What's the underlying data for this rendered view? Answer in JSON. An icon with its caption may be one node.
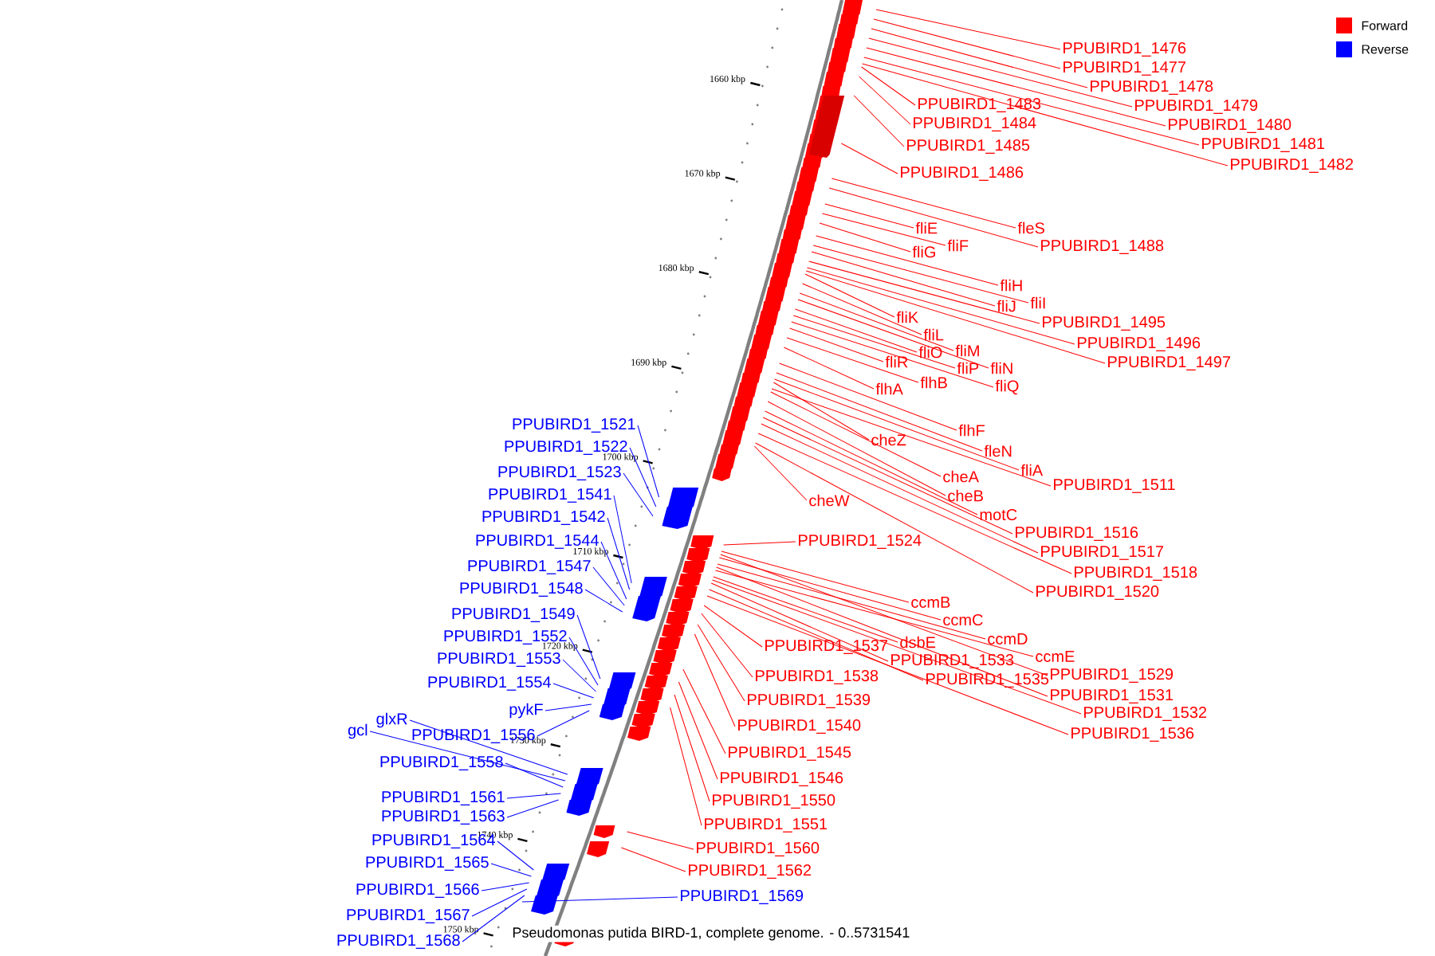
{
  "diagram": {
    "caption": "Pseudomonas putida BIRD-1, complete genome. - 0..5731541",
    "nodes": [
      {
        "text": [
          "PPUBIRD1_1476"
        ]
      },
      {
        "text": [
          "PPUBIRD1_1477"
        ]
      },
      {
        "text": [
          "PPUBIRD1_1478"
        ]
      },
      {
        "text": [
          "PPUBIRD1_1483"
        ]
      },
      {
        "text": [
          "PPUBIRD1_1479"
        ]
      },
      {
        "text": [
          "PPUBIRD1_1484"
        ]
      },
      {
        "text": [
          "PPUBIRD1_1480"
        ]
      },
      {
        "text": [
          "PPUBIRD1_1481"
        ]
      },
      {
        "text": [
          "PPUBIRD1_1485"
        ]
      },
      {
        "text": [
          "PPUBIRD1_1482"
        ]
      },
      {
        "text": [
          "PPUBIRD1_1486"
        ]
      },
      {
        "text": [
          "fliE"
        ]
      },
      {
        "text": [
          "fleS"
        ]
      },
      {
        "text": [
          "fliF"
        ]
      },
      {
        "text": [
          "PPUBIRD1_1488"
        ]
      },
      {
        "text": [
          "fliG"
        ]
      },
      {
        "text": [
          "fliH"
        ]
      },
      {
        "text": [
          "fliI"
        ]
      },
      {
        "text": [
          "fliJ"
        ]
      },
      {
        "text": [
          "fliK"
        ]
      },
      {
        "text": [
          "PPUBIRD1_1495"
        ]
      },
      {
        "text": [
          "fliL"
        ]
      },
      {
        "text": [
          "PPUBIRD1_1496"
        ]
      },
      {
        "text": [
          "fliM"
        ]
      },
      {
        "text": [
          "fliO"
        ]
      },
      {
        "text": [
          "fliR"
        ]
      },
      {
        "text": [
          "PPUBIRD1_1497"
        ]
      },
      {
        "text": [
          "fliP"
        ]
      },
      {
        "text": [
          "fliN"
        ]
      },
      {
        "text": [
          "flhB"
        ]
      },
      {
        "text": [
          "fliQ"
        ]
      },
      {
        "text": [
          "flhA"
        ]
      },
      {
        "text": [
          "flhF"
        ]
      },
      {
        "text": [
          "cheZ"
        ]
      },
      {
        "text": [
          "fleN"
        ]
      },
      {
        "text": [
          "cheA"
        ]
      },
      {
        "text": [
          "fliA"
        ]
      },
      {
        "text": [
          "PPUBIRD1_1511"
        ]
      },
      {
        "text": [
          "cheB"
        ]
      },
      {
        "text": [
          "cheW"
        ]
      },
      {
        "text": [
          "motC"
        ]
      },
      {
        "text": [
          "PPUBIRD1_1516"
        ]
      },
      {
        "text": [
          "PPUBIRD1_1524"
        ]
      },
      {
        "text": [
          "PPUBIRD1_1517"
        ]
      },
      {
        "text": [
          "PPUBIRD1_1518"
        ]
      },
      {
        "text": [
          "PPUBIRD1_1520"
        ]
      },
      {
        "text": [
          "ccmB"
        ]
      },
      {
        "text": [
          "ccmC"
        ]
      },
      {
        "text": [
          "ccmD"
        ]
      },
      {
        "text": [
          "dsbE"
        ]
      },
      {
        "text": [
          "PPUBIRD1_1537"
        ]
      },
      {
        "text": [
          "ccmE"
        ]
      },
      {
        "text": [
          "PPUBIRD1_1533"
        ]
      },
      {
        "text": [
          "PPUBIRD1_1529"
        ]
      },
      {
        "text": [
          "PPUBIRD1_1538"
        ]
      },
      {
        "text": [
          "PPUBIRD1_1535"
        ]
      },
      {
        "text": [
          "PPUBIRD1_1531"
        ]
      },
      {
        "text": [
          "PPUBIRD1_1539"
        ]
      },
      {
        "text": [
          "PPUBIRD1_1532"
        ]
      },
      {
        "text": [
          "PPUBIRD1_1540"
        ]
      },
      {
        "text": [
          "PPUBIRD1_1536"
        ]
      },
      {
        "text": [
          "PPUBIRD1_1545"
        ]
      },
      {
        "text": [
          "PPUBIRD1_1546"
        ]
      },
      {
        "text": [
          "PPUBIRD1_1550"
        ]
      },
      {
        "text": [
          "PPUBIRD1_1551"
        ]
      },
      {
        "text": [
          "PPUBIRD1_1560"
        ]
      },
      {
        "text": [
          "PPUBIRD1_1562"
        ]
      },
      {
        "text": [
          "PPUBIRD1_1569"
        ]
      },
      {
        "text": [
          "PPUBIRD1_1521"
        ]
      },
      {
        "text": [
          "PPUBIRD1_1522"
        ]
      },
      {
        "text": [
          "PPUBIRD1_1523"
        ]
      },
      {
        "text": [
          "PPUBIRD1_1541"
        ]
      },
      {
        "text": [
          "PPUBIRD1_1542"
        ]
      },
      {
        "text": [
          "PPUBIRD1_1544"
        ]
      },
      {
        "text": [
          "PPUBIRD1_1547"
        ]
      },
      {
        "text": [
          "PPUBIRD1_1548"
        ]
      },
      {
        "text": [
          "PPUBIRD1_1549"
        ]
      },
      {
        "text": [
          "PPUBIRD1_1552"
        ]
      },
      {
        "text": [
          "PPUBIRD1_1553"
        ]
      },
      {
        "text": [
          "PPUBIRD1_1554"
        ]
      },
      {
        "text": [
          "pykF"
        ]
      },
      {
        "text": [
          "glxR"
        ]
      },
      {
        "text": [
          "gcl"
        ]
      },
      {
        "text": [
          "PPUBIRD1_1556"
        ]
      },
      {
        "text": [
          "PPUBIRD1_1558"
        ]
      },
      {
        "text": [
          "PPUBIRD1_1561"
        ]
      },
      {
        "text": [
          "PPUBIRD1_1563"
        ]
      },
      {
        "text": [
          "PPUBIRD1_1564"
        ]
      },
      {
        "text": [
          "PPUBIRD1_1565"
        ]
      },
      {
        "text": [
          "PPUBIRD1_1566"
        ]
      },
      {
        "text": [
          "PPUBIRD1_1567"
        ]
      },
      {
        "text": [
          "PPUBIRD1_1568"
        ]
      }
    ],
    "edges": [
      {
        "from": 0,
        "to": null,
        "arrow": "none"
      },
      {
        "from": 1,
        "to": null,
        "arrow": "none"
      },
      {
        "from": 2,
        "to": null,
        "arrow": "none"
      },
      {
        "from": 3,
        "to": null,
        "arrow": "none"
      },
      {
        "from": 4,
        "to": null,
        "arrow": "none"
      },
      {
        "from": 5,
        "to": null,
        "arrow": "none"
      },
      {
        "from": 6,
        "to": null,
        "arrow": "none"
      },
      {
        "from": 7,
        "to": null,
        "arrow": "none"
      },
      {
        "from": 8,
        "to": null,
        "arrow": "none"
      },
      {
        "from": 9,
        "to": null,
        "arrow": "none"
      },
      {
        "from": 10,
        "to": null,
        "arrow": "none"
      },
      {
        "from": 11,
        "to": null,
        "arrow": "none"
      },
      {
        "from": 12,
        "to": null,
        "arrow": "none"
      },
      {
        "from": 13,
        "to": null,
        "arrow": "none"
      },
      {
        "from": 14,
        "to": null,
        "arrow": "none"
      },
      {
        "from": 15,
        "to": null,
        "arrow": "none"
      },
      {
        "from": 16,
        "to": null,
        "arrow": "none"
      },
      {
        "from": 17,
        "to": null,
        "arrow": "none"
      },
      {
        "from": 18,
        "to": null,
        "arrow": "none"
      },
      {
        "from": 19,
        "to": null,
        "arrow": "none"
      },
      {
        "from": 20,
        "to": null,
        "arrow": "none"
      },
      {
        "from": 21,
        "to": null,
        "arrow": "none"
      },
      {
        "from": 22,
        "to": null,
        "arrow": "none"
      },
      {
        "from": 23,
        "to": null,
        "arrow": "none"
      },
      {
        "from": 24,
        "to": null,
        "arrow": "none"
      },
      {
        "from": 25,
        "to": null,
        "arrow": "none"
      },
      {
        "from": 26,
        "to": null,
        "arrow": "none"
      },
      {
        "from": 27,
        "to": null,
        "arrow": "none"
      },
      {
        "from": 28,
        "to": null,
        "arrow": "none"
      },
      {
        "from": 29,
        "to": null,
        "arrow": "none"
      },
      {
        "from": 30,
        "to": null,
        "arrow": "none"
      },
      {
        "from": 31,
        "to": null,
        "arrow": "none"
      },
      {
        "from": 32,
        "to": null,
        "arrow": "none"
      },
      {
        "from": 33,
        "to": null,
        "arrow": "none"
      },
      {
        "from": 34,
        "to": null,
        "arrow": "none"
      },
      {
        "from": 35,
        "to": null,
        "arrow": "none"
      },
      {
        "from": 36,
        "to": null,
        "arrow": "none"
      },
      {
        "from": 37,
        "to": null,
        "arrow": "none"
      },
      {
        "from": 38,
        "to": null,
        "arrow": "none"
      },
      {
        "from": 39,
        "to": null,
        "arrow": "none"
      },
      {
        "from": 40,
        "to": null,
        "arrow": "none"
      },
      {
        "from": 41,
        "to": null,
        "arrow": "none"
      },
      {
        "from": 42,
        "to": null,
        "arrow": "none"
      },
      {
        "from": 43,
        "to": null,
        "arrow": "none"
      },
      {
        "from": 44,
        "to": null,
        "arrow": "none"
      },
      {
        "from": 45,
        "to": null,
        "arrow": "none"
      },
      {
        "from": 46,
        "to": null,
        "arrow": "none"
      },
      {
        "from": 47,
        "to": null,
        "arrow": "none"
      },
      {
        "from": 48,
        "to": null,
        "arrow": "none"
      },
      {
        "from": 49,
        "to": null,
        "arrow": "none"
      },
      {
        "from": 50,
        "to": null,
        "arrow": "none"
      },
      {
        "from": 51,
        "to": null,
        "arrow": "none"
      },
      {
        "from": 52,
        "to": null,
        "arrow": "none"
      },
      {
        "from": 53,
        "to": null,
        "arrow": "none"
      },
      {
        "from": 54,
        "to": null,
        "arrow": "none"
      },
      {
        "from": 55,
        "to": null,
        "arrow": "none"
      },
      {
        "from": 56,
        "to": null,
        "arrow": "none"
      },
      {
        "from": 57,
        "to": null,
        "arrow": "none"
      },
      {
        "from": 58,
        "to": null,
        "arrow": "none"
      },
      {
        "from": 59,
        "to": null,
        "arrow": "none"
      },
      {
        "from": 60,
        "to": null,
        "arrow": "none"
      },
      {
        "from": 61,
        "to": null,
        "arrow": "none"
      },
      {
        "from": 62,
        "to": null,
        "arrow": "none"
      },
      {
        "from": 63,
        "to": null,
        "arrow": "none"
      },
      {
        "from": 64,
        "to": null,
        "arrow": "none"
      },
      {
        "from": 65,
        "to": null,
        "arrow": "none"
      },
      {
        "from": 66,
        "to": null,
        "arrow": "none"
      },
      {
        "from": 67,
        "to": null,
        "arrow": "none",
        "color": "#0000ff"
      },
      {
        "from": 68,
        "to": null,
        "arrow": "none",
        "color": "#0000ff"
      },
      {
        "from": 69,
        "to": null,
        "arrow": "none",
        "color": "#0000ff"
      },
      {
        "from": 70,
        "to": null,
        "arrow": "none",
        "color": "#0000ff"
      },
      {
        "from": 71,
        "to": null,
        "arrow": "none",
        "color": "#0000ff"
      },
      {
        "from": 72,
        "to": null,
        "arrow": "none",
        "color": "#0000ff"
      },
      {
        "from": 73,
        "to": null,
        "arrow": "none",
        "color": "#0000ff"
      },
      {
        "from": 74,
        "to": null,
        "arrow": "none",
        "color": "#0000ff"
      },
      {
        "from": 75,
        "to": null,
        "arrow": "none",
        "color": "#0000ff"
      },
      {
        "from": 76,
        "to": null,
        "arrow": "none",
        "color": "#0000ff"
      },
      {
        "from": 77,
        "to": null,
        "arrow": "none",
        "color": "#0000ff"
      },
      {
        "from": 78,
        "to": null,
        "arrow": "none",
        "color": "#0000ff"
      },
      {
        "from": 79,
        "to": null,
        "arrow": "none",
        "color": "#0000ff"
      },
      {
        "from": 80,
        "to": null,
        "arrow": "none",
        "color": "#0000ff"
      },
      {
        "from": 81,
        "to": null,
        "arrow": "none",
        "color": "#0000ff"
      },
      {
        "from": 82,
        "to": null,
        "arrow": "none",
        "color": "#0000ff"
      },
      {
        "from": 83,
        "to": null,
        "arrow": "none",
        "color": "#0000ff"
      },
      {
        "from": 84,
        "to": null,
        "arrow": "none",
        "color": "#0000ff"
      },
      {
        "from": 85,
        "to": null,
        "arrow": "none",
        "color": "#0000ff"
      },
      {
        "from": 86,
        "to": null,
        "arrow": "none",
        "color": "#0000ff"
      },
      {
        "from": 87,
        "to": null,
        "arrow": "none",
        "color": "#0000ff"
      },
      {
        "from": 88,
        "to": null,
        "arrow": "none",
        "color": "#0000ff"
      },
      {
        "from": 89,
        "to": null,
        "arrow": "none",
        "color": "#0000ff"
      },
      {
        "from": 90,
        "to": null,
        "arrow": "none",
        "color": "#0000ff"
      },
      {
        "from": 91,
        "to": null,
        "arrow": "none",
        "color": "#0000ff"
      }
    ],
    "labels": [
      "1660 kbp",
      "1670 kbp",
      "1680 kbp",
      "1690 kbp",
      "1700 kbp",
      "1710 kbp",
      "1720 kbp",
      "1730 kbp",
      "1740 kbp",
      "1750 kbp"
    ],
    "legend": [
      {
        "text": "Forward",
        "color": "#ff0000"
      },
      {
        "text": "Reverse",
        "color": "#0000ff"
      }
    ]
  }
}
